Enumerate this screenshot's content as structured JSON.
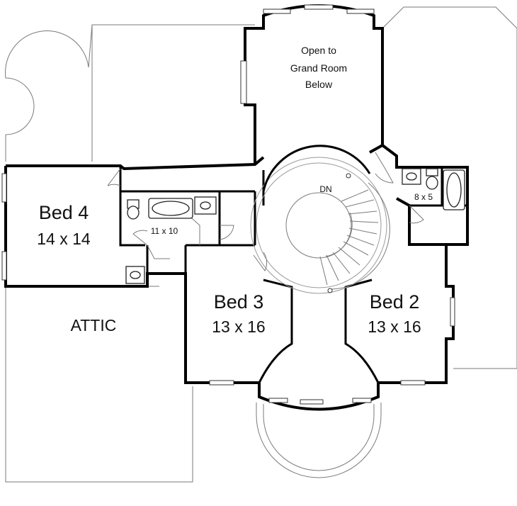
{
  "rooms": {
    "open_to_line1": "Open to",
    "open_to_line2": "Grand Room",
    "open_to_line3": "Below",
    "bed4_name": "Bed 4",
    "bed4_size": "14 x 14",
    "bed3_name": "Bed 3",
    "bed3_size": "13 x 16",
    "bed2_name": "Bed 2",
    "bed2_size": "13 x 16",
    "bath_size": "11 x 10",
    "bath2_size": "8 x 5",
    "attic": "ATTIC",
    "stair_dn": "DN"
  }
}
